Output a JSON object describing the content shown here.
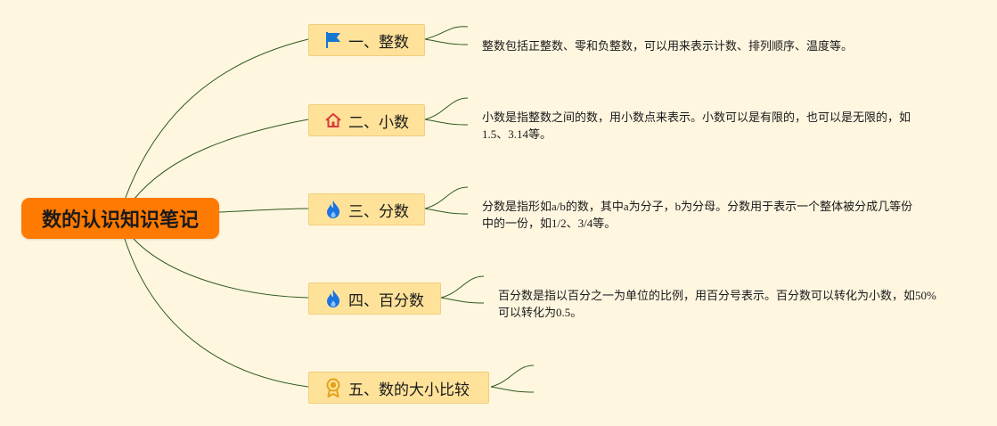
{
  "root": {
    "label": "数的认识知识笔记"
  },
  "topics": [
    {
      "label": "一、整数",
      "icon": "flag-icon",
      "color": "#1677d2",
      "note": "整数包括正整数、零和负整数，可以用来表示计数、排列顺序、温度等。"
    },
    {
      "label": "二、小数",
      "icon": "home-icon",
      "color": "#d93a3a",
      "note": "小数是指整数之间的数，用小数点来表示。小数可以是有限的，也可以是无限的，如1.5、3.14等。"
    },
    {
      "label": "三、分数",
      "icon": "flame-icon",
      "color": "#1c74e0",
      "note": "分数是指形如a/b的数，其中a为分子，b为分母。分数用于表示一个整体被分成几等份中的一份，如1/2、3/4等。"
    },
    {
      "label": "四、百分数",
      "icon": "flame-icon",
      "color": "#1c74e0",
      "note": "百分数是指以百分之一为单位的比例，用百分号表示。百分数可以转化为小数，如50%可以转化为0.5。"
    },
    {
      "label": "五、数的大小比较",
      "icon": "medal-icon",
      "color": "#e2a21a",
      "note": ""
    }
  ],
  "colors": {
    "background": "#fff6e0",
    "root": "#ff7a00",
    "topic": "#ffe29a",
    "line": "#2e5a1c"
  }
}
